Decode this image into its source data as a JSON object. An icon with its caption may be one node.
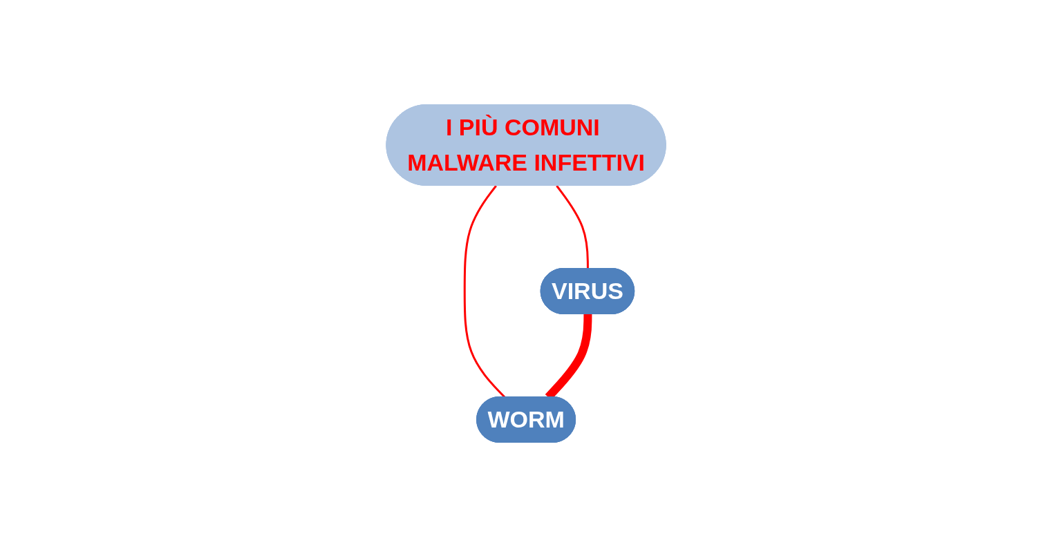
{
  "diagram": {
    "nodes": [
      {
        "text": [
          "I PIÙ COMUNI MALWARE INFETTIVI"
        ]
      },
      {
        "text": [
          "VIRUS"
        ]
      },
      {
        "text": [
          "WORM"
        ]
      }
    ],
    "edges": [
      {
        "from": 0,
        "to": 1,
        "arrow": "none",
        "color": "#ff0000"
      },
      {
        "from": 0,
        "to": 2,
        "arrow": "none",
        "color": "#ff0000"
      },
      {
        "from": 1,
        "to": 2,
        "arrow": "none",
        "style": "thick",
        "color": "#ff0000"
      }
    ]
  }
}
